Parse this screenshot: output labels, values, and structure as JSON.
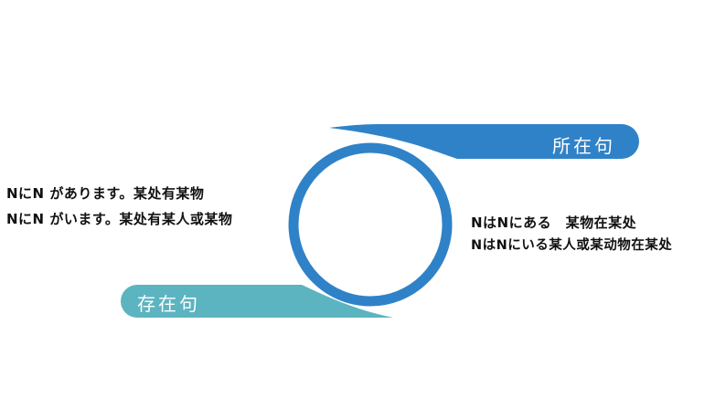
{
  "diagram": {
    "top_label": "所在句",
    "bottom_label": "存在句",
    "left_lines": [
      "NにN があります。某处有某物",
      "NにN がいます。某处有某人或某物"
    ],
    "right_lines": [
      "NはNにある　某物在某处",
      "NはNにいる某人或某动物在某处"
    ]
  },
  "colors": {
    "ring": "#2f82c8",
    "top_band": "#2f82c8",
    "bottom_band": "#5cb4c0",
    "text": "#111111"
  }
}
